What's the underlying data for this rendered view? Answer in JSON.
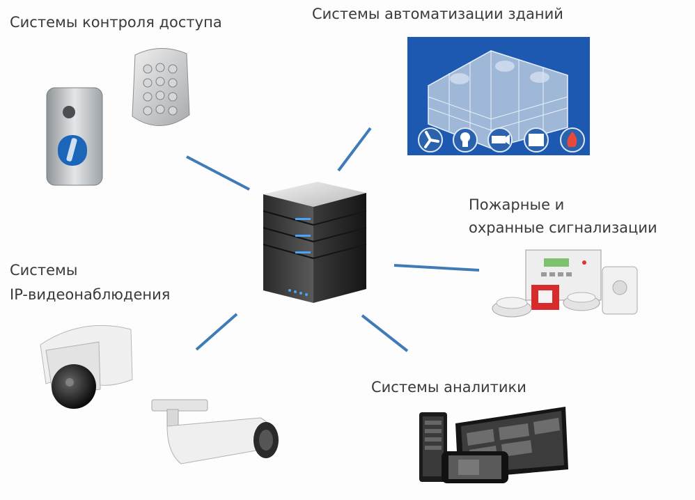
{
  "colors": {
    "link": "#3f7bb8",
    "label": "#3a3a3a",
    "building_bg": "#1d59b0",
    "server_led": "#4aa3ff"
  },
  "labels": {
    "access_control": "Системы контроля доступа",
    "building_automation": "Системы автоматизации зданий",
    "fire_alarm_line1": "Пожарные и",
    "fire_alarm_line2": "охранные сигнализации",
    "cctv_line1": "Системы",
    "cctv_line2": "IP-видеонаблюдения",
    "analytics": "Системы аналитики"
  },
  "icons": {
    "center": "server-icon",
    "access_control": [
      "door-reader-icon",
      "keypad-icon"
    ],
    "building_automation": [
      "building-icon",
      "fan-icon",
      "lightbulb-icon",
      "camera-icon",
      "device-icon",
      "fire-icon"
    ],
    "fire_alarm": [
      "alarm-panel-icon",
      "smoke-detector-icon",
      "call-point-icon",
      "motion-sensor-icon"
    ],
    "cctv": [
      "dome-camera-icon",
      "bullet-camera-icon"
    ],
    "analytics": [
      "tablet-icon",
      "phone-icon"
    ]
  }
}
